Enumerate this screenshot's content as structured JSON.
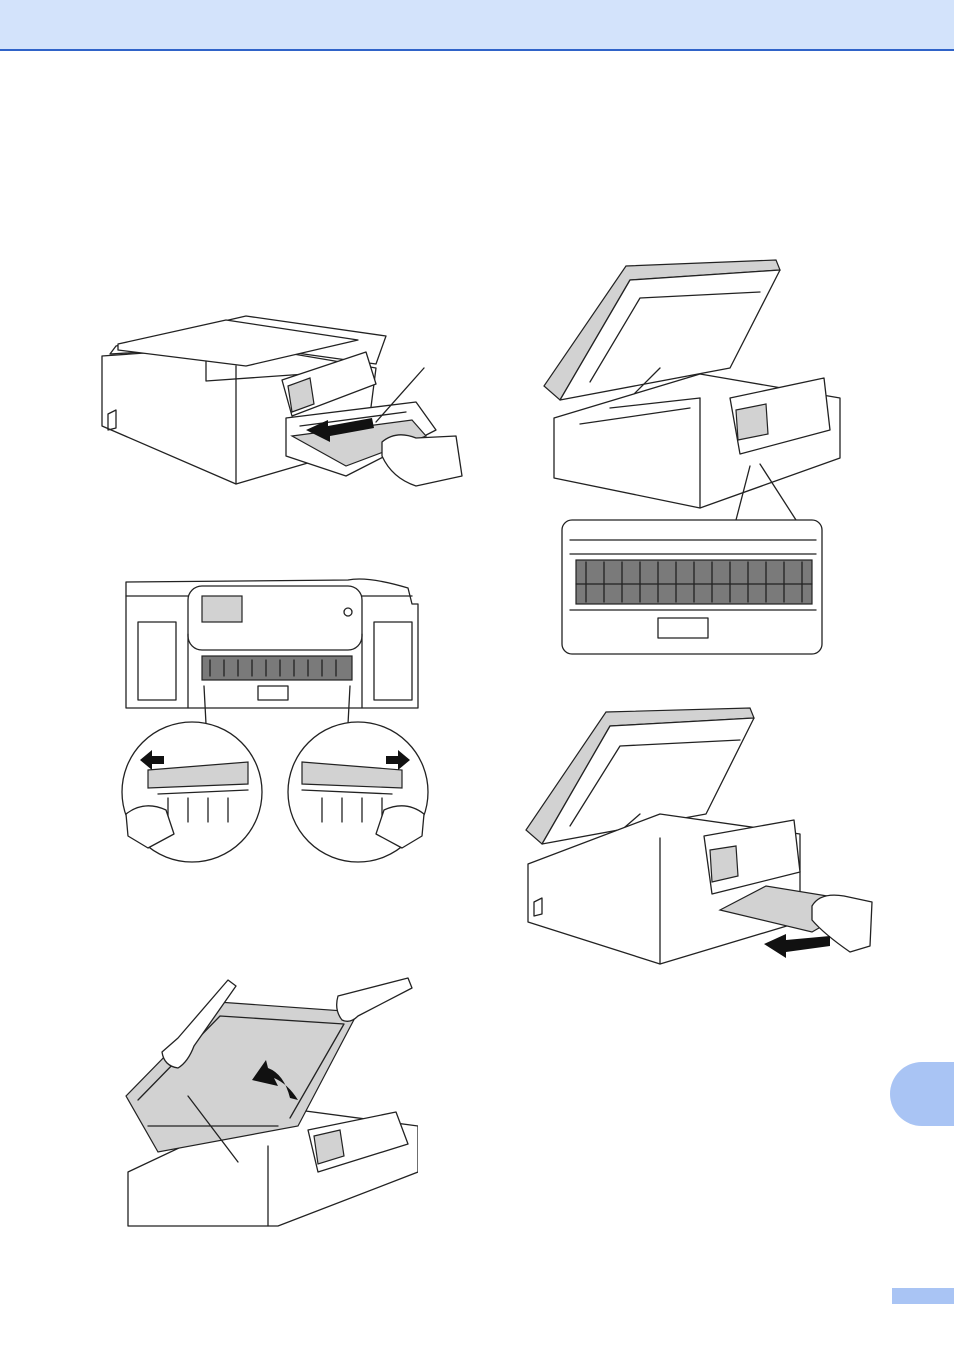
{
  "header": {
    "band_color": "#d3e3fb",
    "rule_color": "#2f63c8"
  },
  "chapter_tab": {
    "color": "#a9c4f4"
  },
  "page_number_box": {
    "color": "#a9c4f4"
  },
  "figures": [
    {
      "name": "printer-paper-tray-pull-out",
      "icons": [
        "printer-icon",
        "paper-tray-icon",
        "pull-arrow-icon",
        "hand-icon"
      ]
    },
    {
      "name": "printer-front-jam-clear-levers",
      "icons": [
        "printer-front-icon",
        "lever-left-arrow-icon",
        "lever-right-arrow-icon"
      ]
    },
    {
      "name": "printer-scanner-cover-lift",
      "icons": [
        "printer-open-icon",
        "lift-arrow-icon",
        "hand-icon"
      ]
    },
    {
      "name": "printer-scanner-cover-open-detail",
      "icons": [
        "printer-open-icon",
        "rollers-detail-icon"
      ]
    },
    {
      "name": "printer-jammed-paper-pull-out",
      "icons": [
        "printer-open-icon",
        "jammed-paper-icon",
        "pull-arrow-icon",
        "hand-icon"
      ]
    }
  ]
}
